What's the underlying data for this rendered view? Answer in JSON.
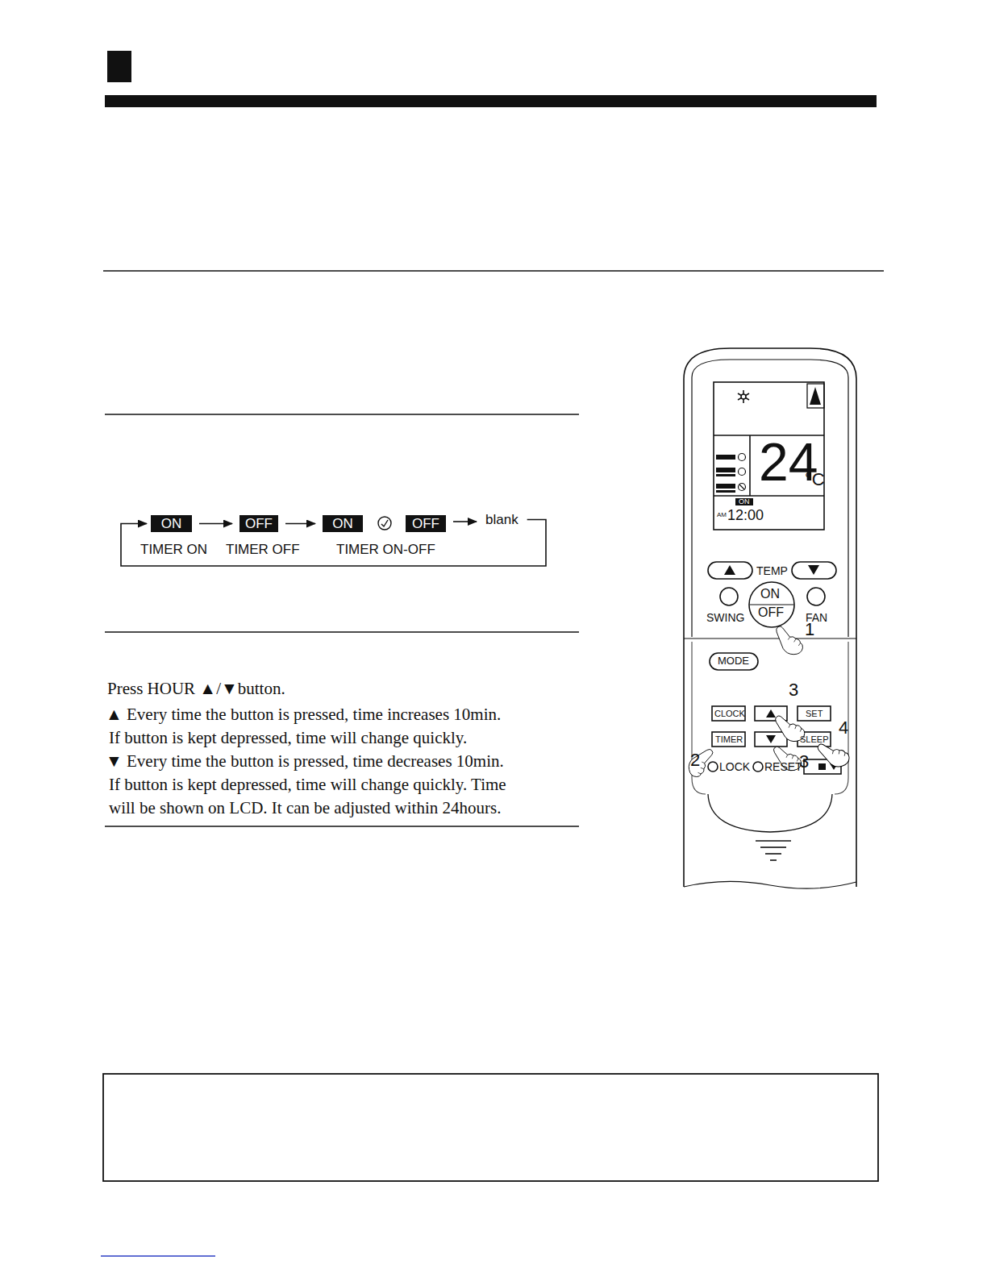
{
  "diagram": {
    "nodes": [
      {
        "text": [
          "ON"
        ]
      },
      {
        "text": [
          "OFF"
        ]
      },
      {
        "text": [
          "ON"
        ]
      },
      {
        "text": [
          "OFF"
        ]
      },
      {
        "text": [
          "blank"
        ]
      }
    ],
    "edges": [
      {
        "from": 0,
        "to": 1,
        "arrow": "to"
      },
      {
        "from": 1,
        "to": 2,
        "arrow": "to"
      },
      {
        "from": 3,
        "to": 4,
        "arrow": "to"
      },
      {
        "from": 4,
        "to": 0,
        "arrow": "to"
      }
    ],
    "labels": [
      "TIMER ON",
      "TIMER OFF",
      "TIMER ON-OFF",
      "Press HOUR ▲/▼button.",
      "▲ Every time the button is pressed, time increases 10min.",
      "If button is kept depressed, time will change quickly.",
      "▼ Every time the button is pressed, time decreases 10min.",
      "If button is kept depressed, time will change quickly. Time",
      "will be shown on LCD. It can be adjusted within 24hours.",
      "24",
      "°C",
      "ON",
      "AM",
      "12:00",
      "TEMP",
      "ON",
      "OFF",
      "SWING",
      "FAN",
      "MODE",
      "CLOCK",
      "TIMER",
      "SET",
      "SLEEP",
      "LOCK",
      "RESET",
      "1",
      "3",
      "4",
      "2",
      "3"
    ]
  }
}
